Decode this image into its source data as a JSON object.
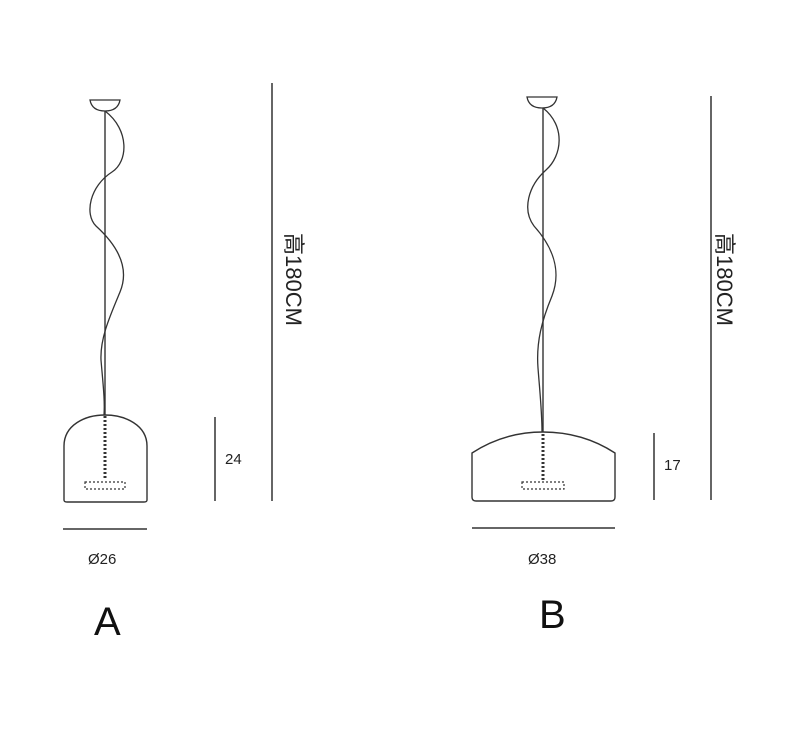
{
  "lamp_a": {
    "variant": "A",
    "diameter": "Ø26",
    "shade_height": "24",
    "total_height": "高180CM"
  },
  "lamp_b": {
    "variant": "B",
    "diameter": "Ø38",
    "shade_height": "17",
    "total_height": "高180CM"
  },
  "colors": {
    "line": "#333333",
    "background": "#ffffff"
  }
}
